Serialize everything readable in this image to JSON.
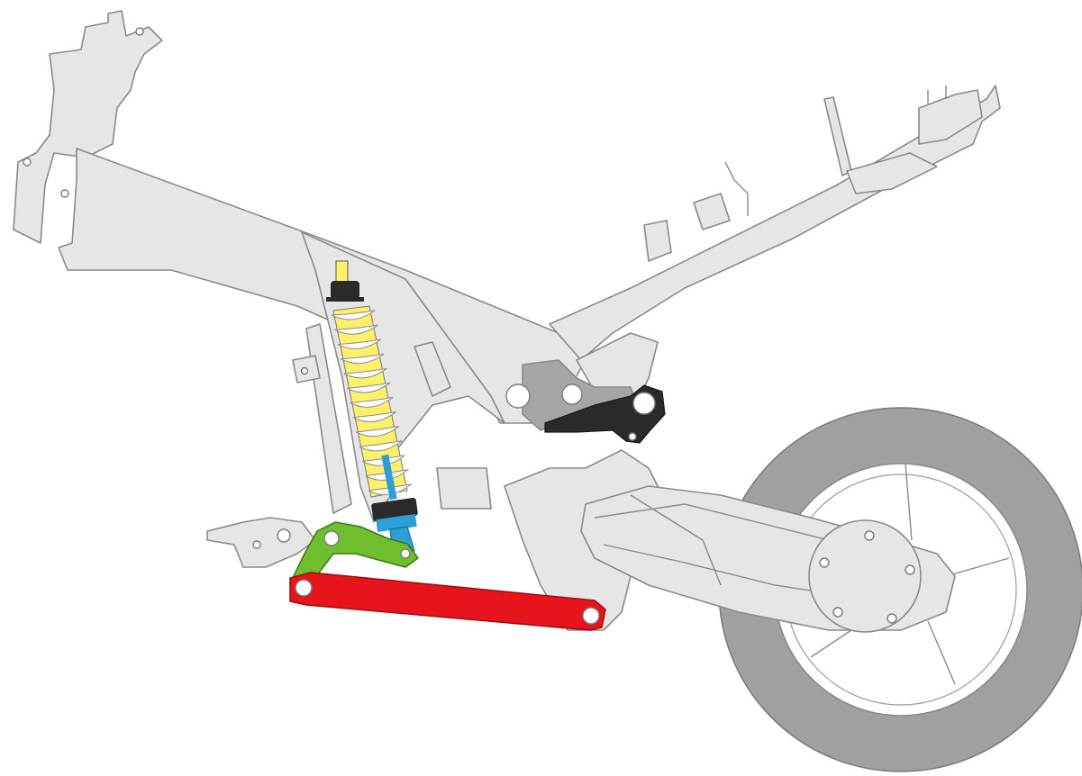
{
  "diagram": {
    "kind": "scooter-frame-rear-suspension-linkage",
    "colors": {
      "background": "#ffffff",
      "frame_fill": "#e6e6e6",
      "frame_stroke": "#8a8a8a",
      "tire": "#a0a0a0",
      "spring": "#fff06b",
      "spring_coils": "#ffffff",
      "shock_body": "#2e9fd6",
      "shock_cap": "#2a2a2a",
      "rocker_link": "#6fbe2e",
      "tie_rod": "#e8141c",
      "engine_mount": "#2a2a2a"
    },
    "components": [
      {
        "id": "main-frame",
        "icon": "frame-shape"
      },
      {
        "id": "rear-subframe",
        "icon": "frame-shape"
      },
      {
        "id": "shock-absorber",
        "icon": "coilover-shape"
      },
      {
        "id": "rocker-link",
        "icon": "bellcrank-shape"
      },
      {
        "id": "tie-rod",
        "icon": "bar-shape"
      },
      {
        "id": "engine-mount-bracket",
        "icon": "bracket-shape"
      },
      {
        "id": "swingarm-engine",
        "icon": "cvt-casing-shape"
      },
      {
        "id": "rear-wheel",
        "icon": "wheel-shape"
      }
    ]
  }
}
